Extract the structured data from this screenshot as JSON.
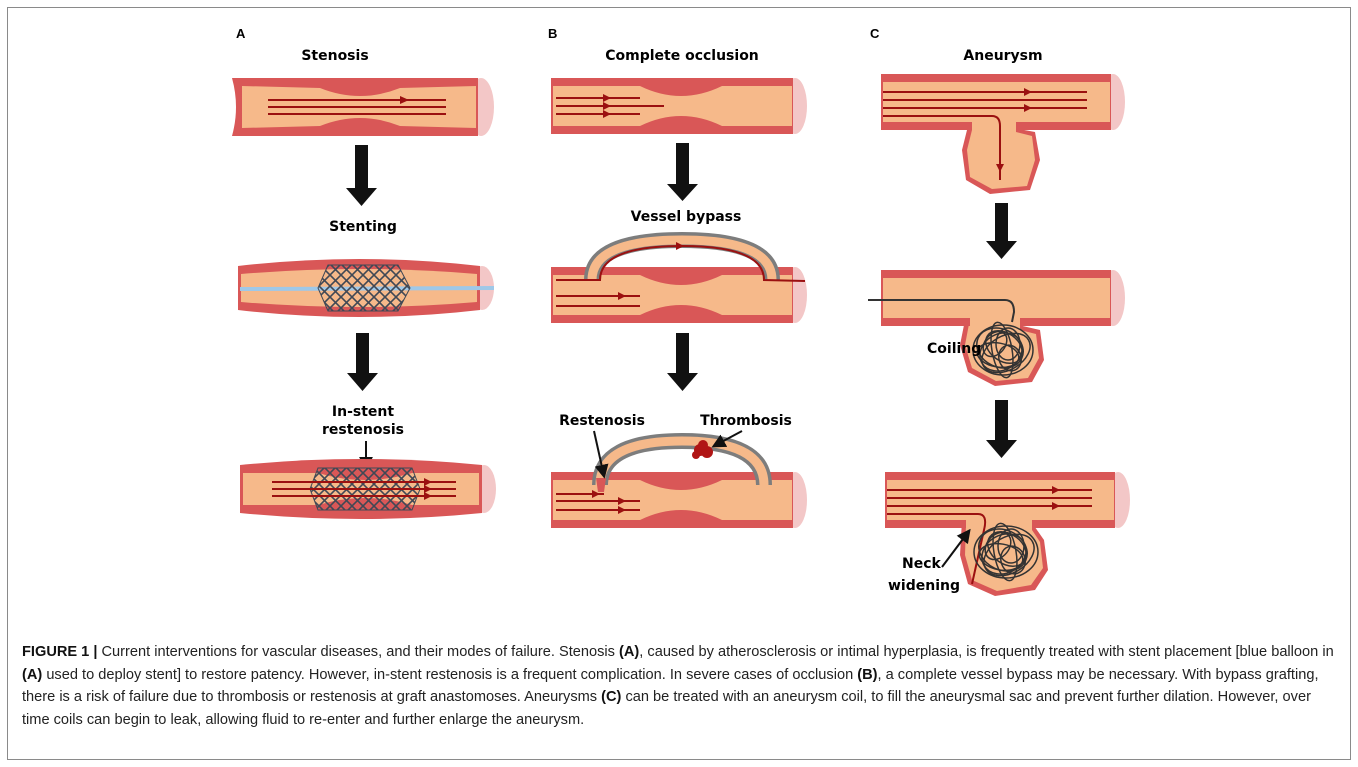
{
  "panels": {
    "a": {
      "letter": "A",
      "title": "Stenosis",
      "step1": "Stenting",
      "step2_line1": "In-stent",
      "step2_line2": "restenosis"
    },
    "b": {
      "letter": "B",
      "title": "Complete occlusion",
      "step1": "Vessel bypass",
      "restenosis": "Restenosis",
      "thrombosis": "Thrombosis"
    },
    "c": {
      "letter": "C",
      "title": "Aneurysm",
      "coiling": "Coiling",
      "neck_line1": "Neck",
      "neck_line2": "widening"
    }
  },
  "caption": {
    "label": "FIGURE 1 |",
    "t1": " Current interventions for vascular diseases, and their modes of failure. Stenosis ",
    "r1": "(A)",
    "t2": ", caused by atherosclerosis or intimal hyperplasia, is frequently treated with stent placement [blue balloon in ",
    "r2": "(A)",
    "t3": " used to deploy stent] to restore patency. However, in-stent restenosis is a frequent complication. In severe cases of occlusion ",
    "r3": "(B)",
    "t4": ", a complete vessel bypass may be necessary. With bypass grafting, there is a risk of failure due to thrombosis or restenosis at graft anastomoses. Aneurysms ",
    "r4": "(C)",
    "t5": " can be treated with an aneurysm coil, to fill the aneurysmal sac and prevent further dilation. However, over time coils can begin to leak, allowing fluid to re-enter and further enlarge the aneurysm."
  },
  "colors": {
    "vessel_wall": "#d95757",
    "vessel_lumen": "#f6b98a",
    "vessel_end": "#f3c7c7",
    "flow_line": "#9b1010",
    "stent_balloon": "#9fc8e8",
    "stent_mesh": "#404855",
    "graft": "#7d7d7d",
    "thrombus": "#b01515",
    "coil_wire": "#333333",
    "arrow": "#111111"
  }
}
